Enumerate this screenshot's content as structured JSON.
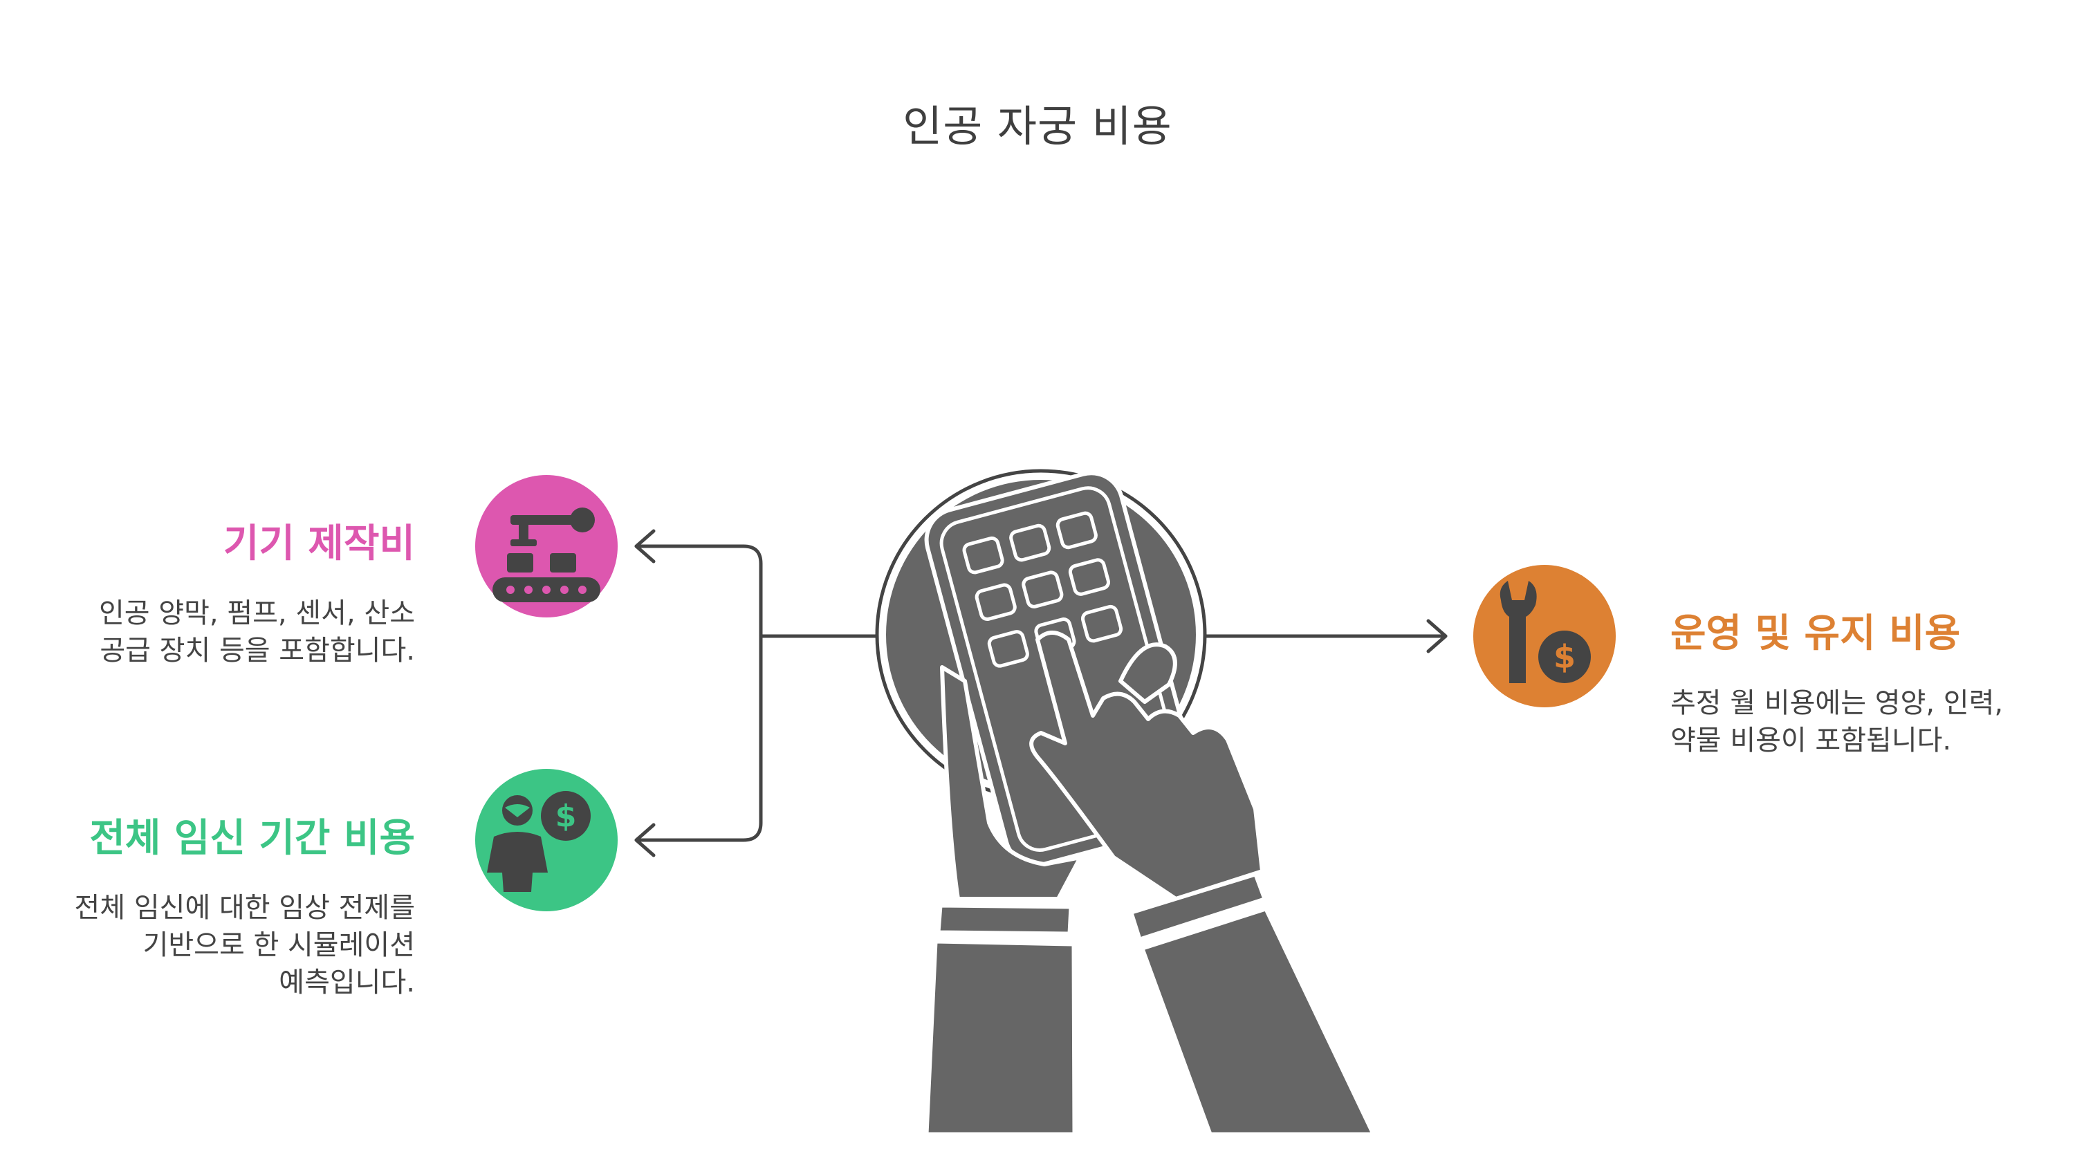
{
  "title": "인공 자궁 비용",
  "colors": {
    "device": "#DD57AF",
    "pregnancy": "#3CC585",
    "operation": "#DD8133",
    "center_gray": "#666666",
    "connector": "#444444"
  },
  "items": [
    {
      "heading": "기기 제작비",
      "description": "인공 양막, 펌프, 센서, 산소 공급 장치 등을 포함합니다.",
      "icon": "robotic-assembly-line-icon"
    },
    {
      "heading": "전체 임신 기간 비용",
      "description": "전체 임신에 대한 임상 전제를 기반으로 한 시뮬레이션 예측입니다.",
      "icon": "person-with-dollar-icon"
    },
    {
      "heading": "운영 및 유지 비용",
      "description": "추정 월 비용에는 영양, 인력, 약물 비용이 포함됩니다.",
      "icon": "wrench-dollar-icon"
    }
  ],
  "center_icon": "hands-calculator-icon"
}
